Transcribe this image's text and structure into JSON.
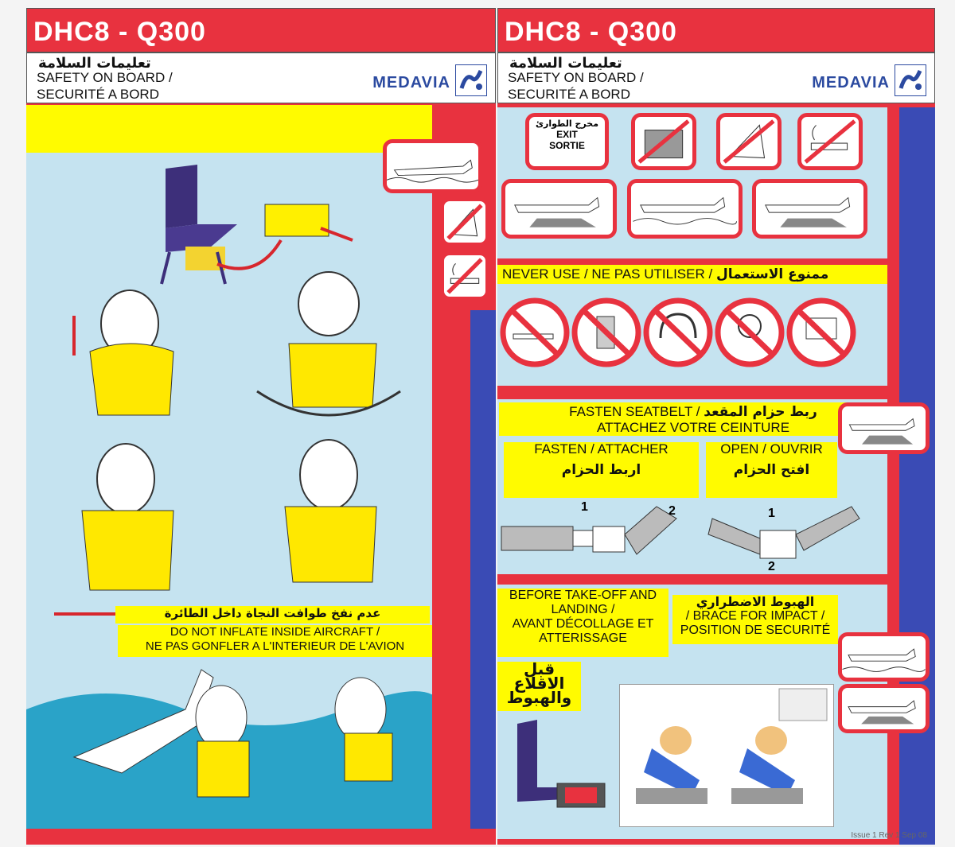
{
  "left": {
    "title": "DHC8 - Q300",
    "header_ar": "تعليمات السلامة",
    "header_en1": "SAFETY ON BOARD /",
    "header_en2": "SECURITÉ A BORD",
    "brand": "MEDAVIA",
    "warning_ar": "عدم نفخ طوافت النجاة داخل الطائرة",
    "warning_en": "DO NOT INFLATE INSIDE AIRCRAFT /",
    "warning_fr": "NE PAS GONFLER A L'INTERIEUR DE L'AVION"
  },
  "right": {
    "title": "DHC8 - Q300",
    "header_ar": "تعليمات السلامة",
    "header_en1": "SAFETY ON BOARD /",
    "header_en2": "SECURITÉ A BORD",
    "brand": "MEDAVIA",
    "exit_sign_ar": "مخرج الطوارئ",
    "exit_sign_en": "EXIT",
    "exit_sign_fr": "SORTIE",
    "never_use_en": "NEVER USE / NE PAS UTILISER /",
    "never_use_ar": "ممنوع الاستعمال",
    "fasten_title_en": "FASTEN SEATBELT /",
    "fasten_title_ar": "ربط حزام المقعد",
    "fasten_title_fr": "ATTACHEZ VOTRE CEINTURE",
    "fasten_label": "FASTEN / ATTACHER",
    "fasten_ar": "اربط الحزام",
    "open_label": "OPEN / OUVRIR",
    "open_ar": "افتح الحزام",
    "step1": "1",
    "step2": "2",
    "before_takeoff_1": "BEFORE TAKE-OFF AND",
    "before_takeoff_2": "LANDING /",
    "before_takeoff_3": "AVANT DÉCOLLAGE ET",
    "before_takeoff_4": "ATTERISSAGE",
    "before_takeoff_ar1": "قبل الاقلاع",
    "before_takeoff_ar2": "والهبوط",
    "brace_ar": "الهبوط الاضطراري",
    "brace_en": "/ BRACE FOR IMPACT /",
    "brace_fr": "POSITION DE SECURITÉ",
    "footer": "Issue 1 Rev 1 Sep 08"
  },
  "colors": {
    "red": "#e8323f",
    "yellow": "#fffb00",
    "blue": "#3a4bb5",
    "light_blue": "#c5e3f0"
  },
  "icons": {
    "banned": [
      "no-smoking-icon",
      "no-mobile-phone-icon",
      "no-headphones-icon",
      "no-cd-player-icon",
      "no-laptop-icon"
    ],
    "top_row": [
      "exit-sign-icon",
      "no-baggage-icon",
      "no-high-heels-icon",
      "no-smoking-icon"
    ]
  }
}
